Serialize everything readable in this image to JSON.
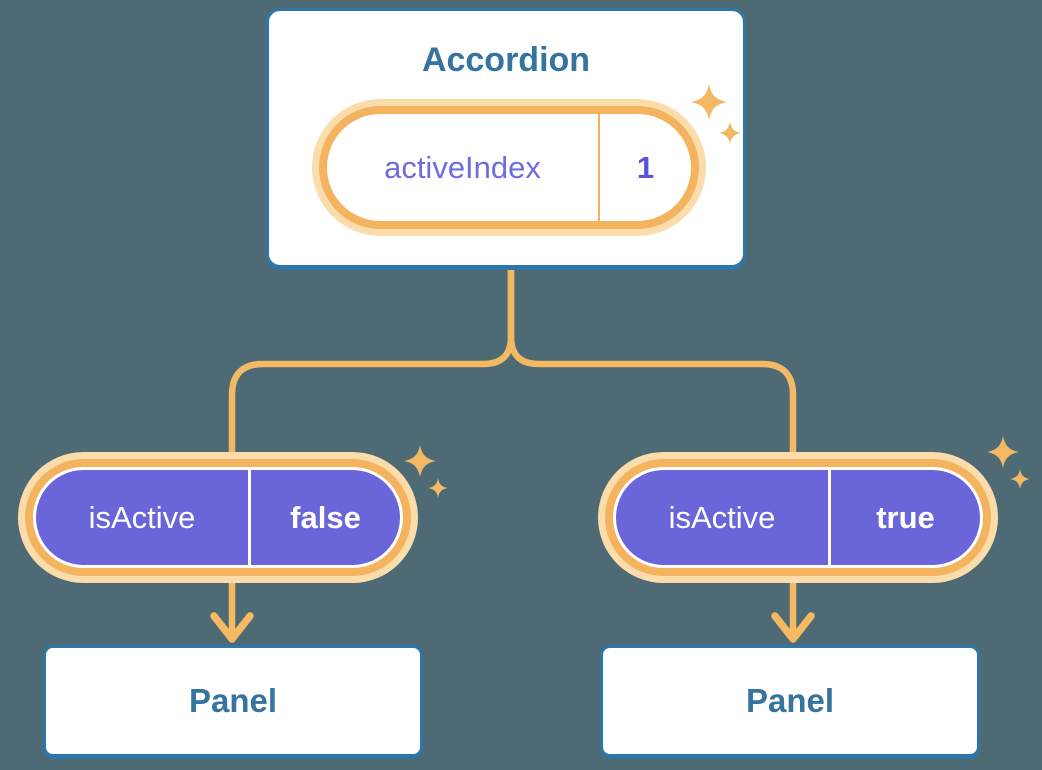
{
  "diagram": {
    "description": "React state diagram: Accordion component holding activeIndex state, passing isActive props down to two Panel children",
    "colors": {
      "background": "#4d6a75",
      "card_border_blue": "#2e76a8",
      "title_blue": "#35749e",
      "connector_orange": "#f4b963",
      "pill_ring_orange": "#f4b35e",
      "pill_halo_orange": "#fbdcab",
      "pill_purple": "#6a66d9",
      "state_text_purple": "#6f6ce0",
      "state_value_purple": "#5b54d6",
      "sparkle_orange": "#f2b864",
      "white": "#ffffff"
    }
  },
  "accordion": {
    "title": "Accordion",
    "state": {
      "name": "activeIndex",
      "value": "1"
    }
  },
  "children": [
    {
      "prop": {
        "name": "isActive",
        "value": "false"
      },
      "panel_label": "Panel"
    },
    {
      "prop": {
        "name": "isActive",
        "value": "true"
      },
      "panel_label": "Panel"
    }
  ]
}
